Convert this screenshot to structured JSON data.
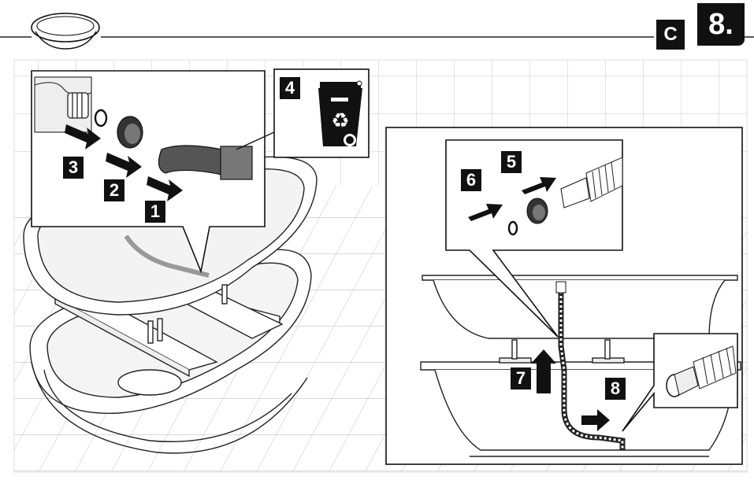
{
  "header": {
    "section_letter": "C",
    "page_number": "8."
  },
  "steps": {
    "s1": "1",
    "s2": "2",
    "s3": "3",
    "s4": "4",
    "s5": "5",
    "s6": "6",
    "s7": "7",
    "s8": "8"
  },
  "icons": {
    "tub": "bathtub-icon",
    "recycle": "recycling-bin-icon",
    "arrow": "arrow-icon"
  }
}
